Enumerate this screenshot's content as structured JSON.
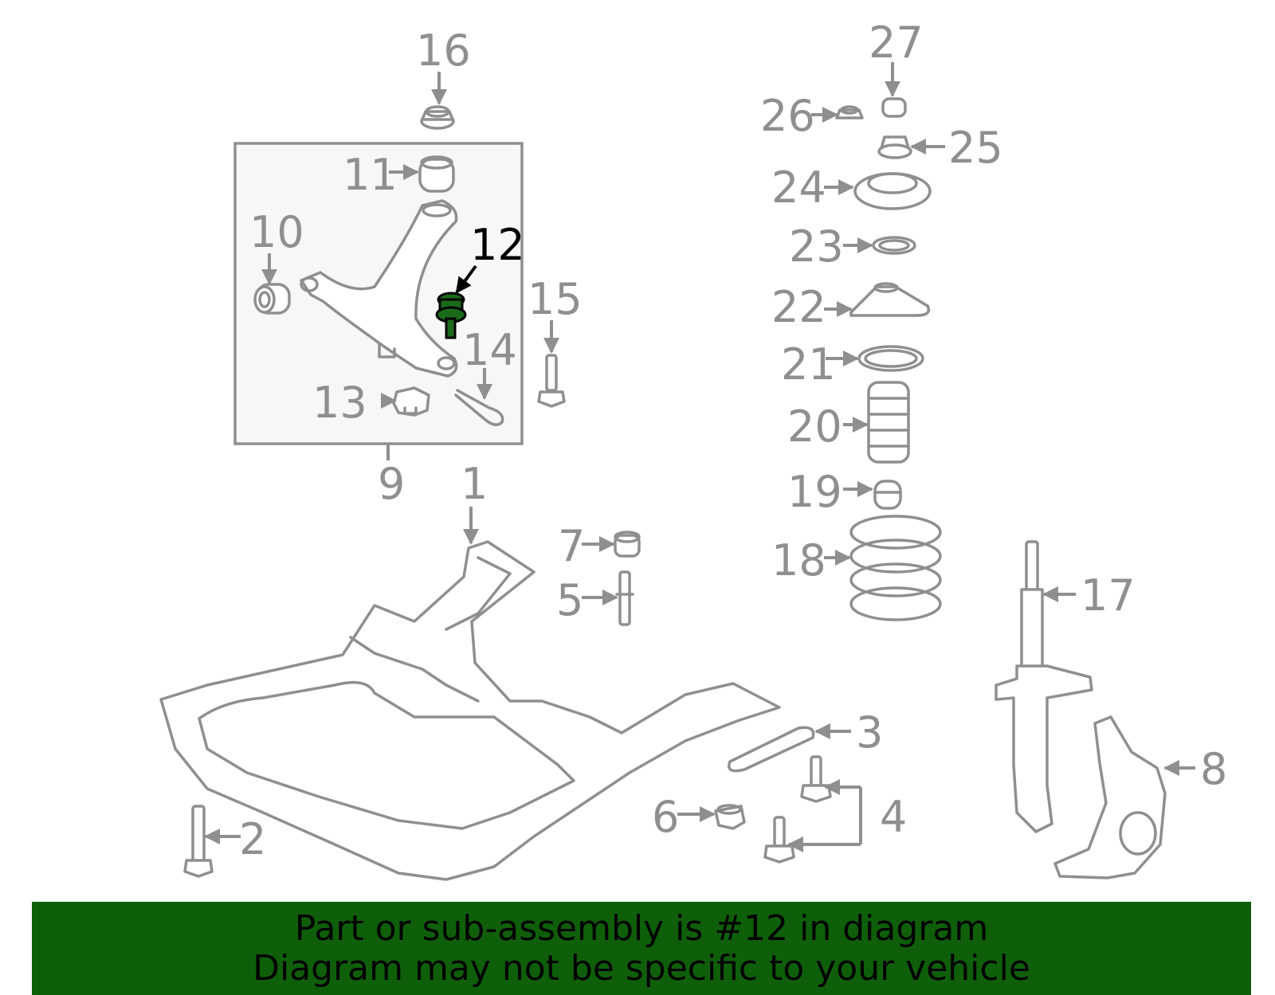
{
  "colors": {
    "line_gray": "#8f8f8f",
    "highlight_part": "#1a6b1a",
    "highlight_label": "#000000",
    "banner_bg": "#0f5f0a",
    "inset_bg": "#f7f7f7"
  },
  "callouts": [
    "1",
    "2",
    "3",
    "4",
    "5",
    "6",
    "7",
    "8",
    "9",
    "10",
    "11",
    "12",
    "13",
    "14",
    "15",
    "16",
    "17",
    "18",
    "19",
    "20",
    "21",
    "22",
    "23",
    "24",
    "25",
    "26",
    "27"
  ],
  "highlighted": "12",
  "banner": {
    "line1": "Part or sub-assembly is #12 in diagram",
    "line2": "Diagram may not be specific to your vehicle"
  }
}
